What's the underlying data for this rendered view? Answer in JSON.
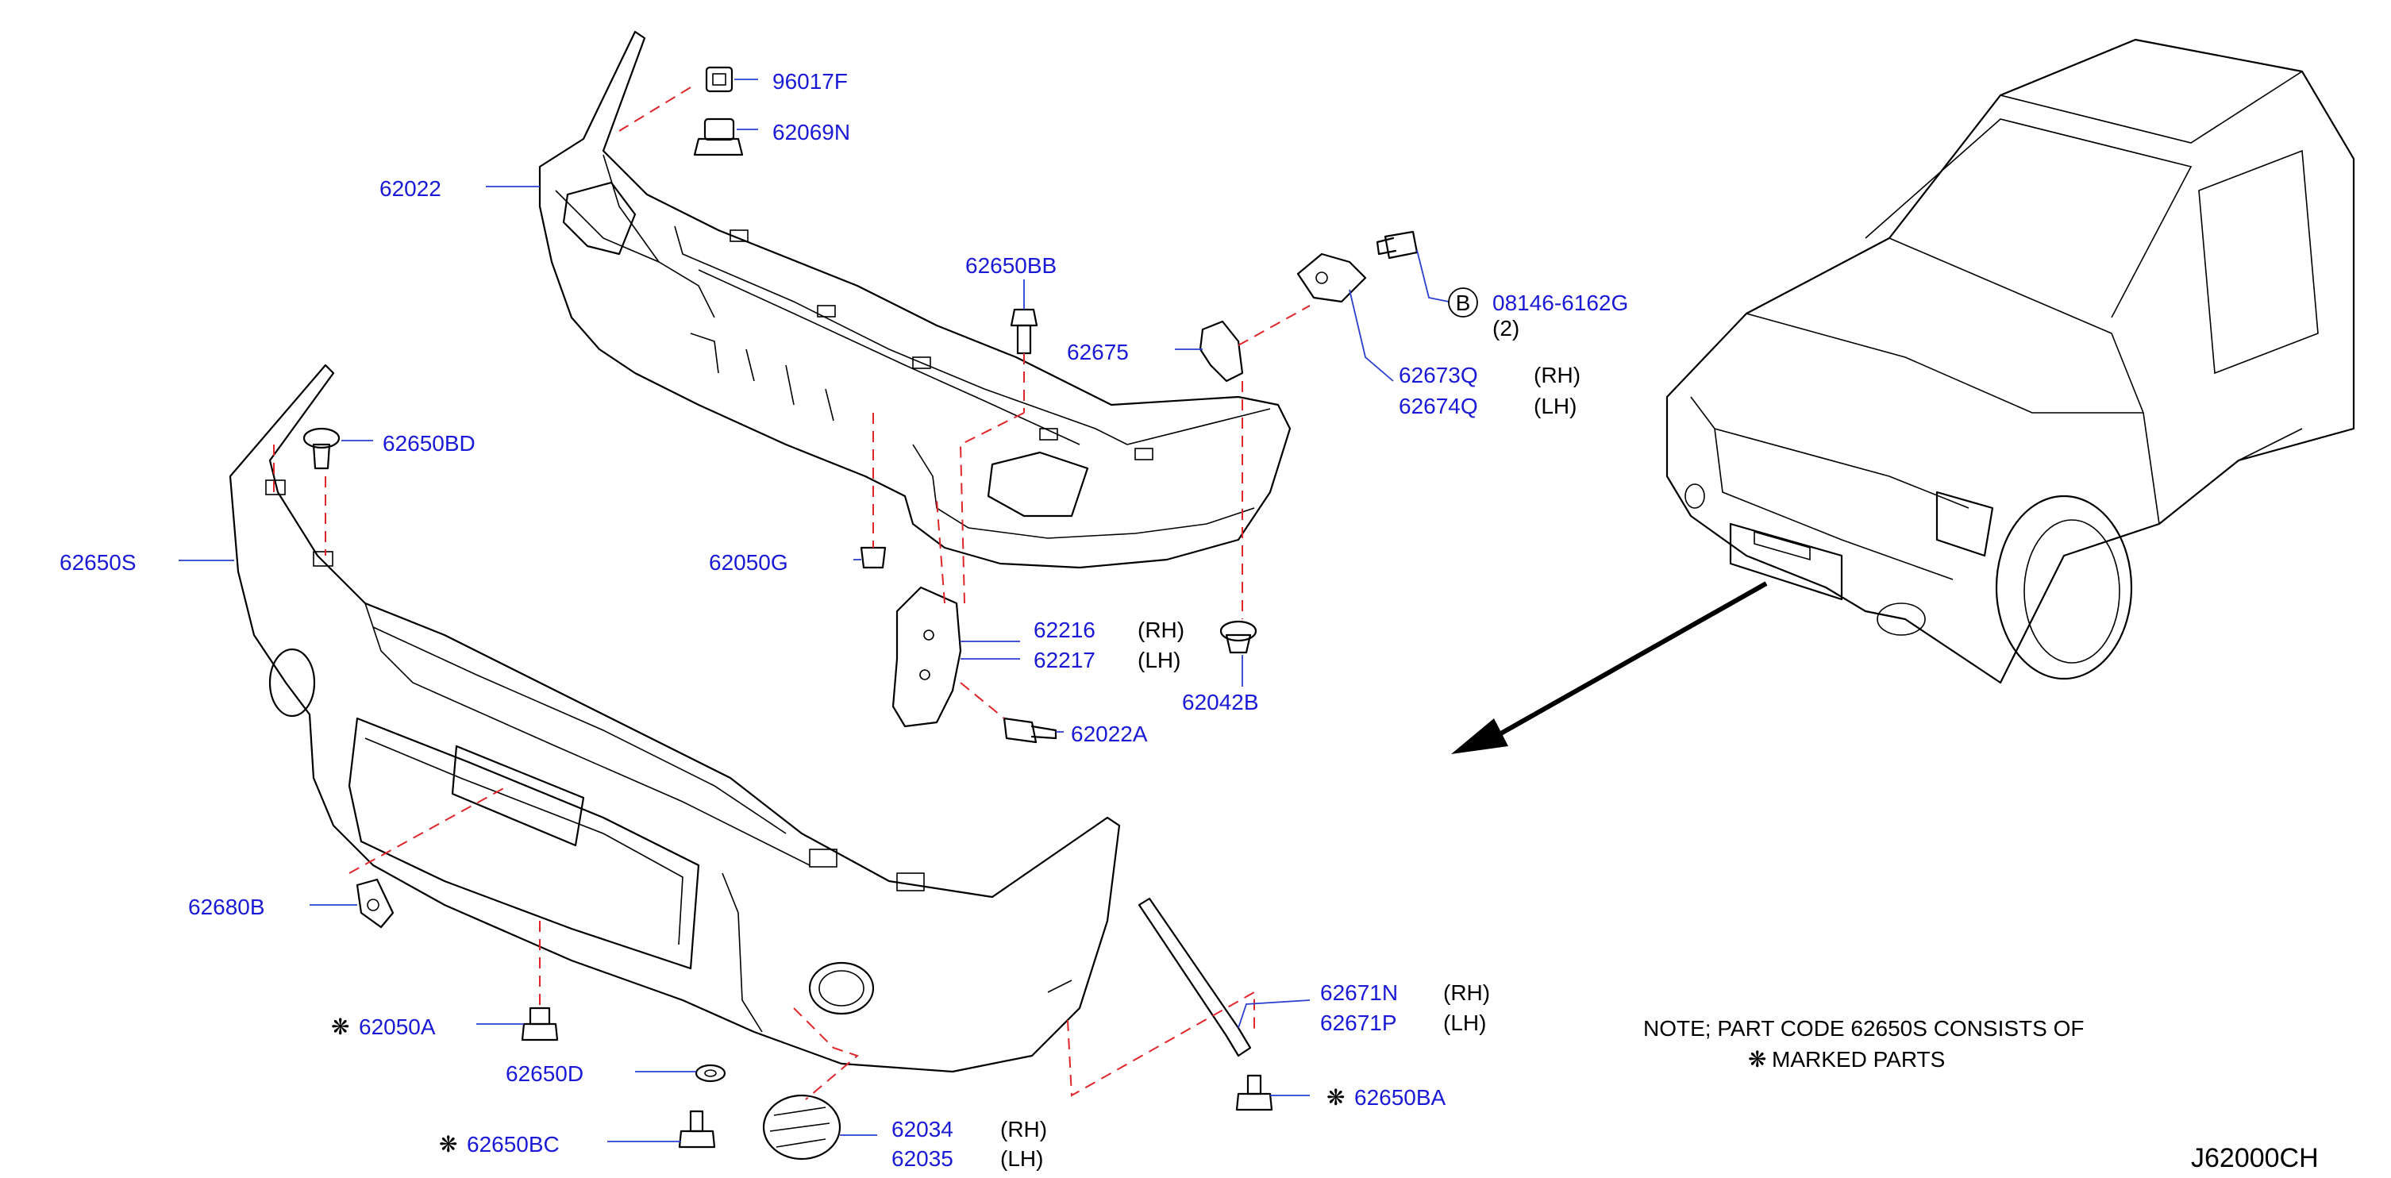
{
  "diagram_code": "J62000CH",
  "colors": {
    "label": "#1a1ad6",
    "leader": "#2a3fcf",
    "dash": "#e0262a",
    "line": "#000000"
  },
  "labels": [
    {
      "id": "96017F",
      "text": "96017F"
    },
    {
      "id": "62069N",
      "text": "62069N"
    },
    {
      "id": "62022",
      "text": "62022"
    },
    {
      "id": "62650BB",
      "text": "62650BB"
    },
    {
      "id": "62675",
      "text": "62675"
    },
    {
      "id": "08146-6162G",
      "text": "08146-6162G"
    },
    {
      "id": "62673Q",
      "text": "62673Q"
    },
    {
      "id": "62674Q",
      "text": "62674Q"
    },
    {
      "id": "62650BD",
      "text": "62650BD"
    },
    {
      "id": "62650S",
      "text": "62650S"
    },
    {
      "id": "62050G",
      "text": "62050G"
    },
    {
      "id": "62216",
      "text": "62216"
    },
    {
      "id": "62217",
      "text": "62217"
    },
    {
      "id": "62022A",
      "text": "62022A"
    },
    {
      "id": "62042B",
      "text": "62042B"
    },
    {
      "id": "62680B",
      "text": "62680B"
    },
    {
      "id": "62050A",
      "text": "62050A"
    },
    {
      "id": "62650D",
      "text": "62650D"
    },
    {
      "id": "62650BC",
      "text": "62650BC"
    },
    {
      "id": "62034",
      "text": "62034"
    },
    {
      "id": "62035",
      "text": "62035"
    },
    {
      "id": "62671N",
      "text": "62671N"
    },
    {
      "id": "62671P",
      "text": "62671P"
    },
    {
      "id": "62650BA",
      "text": "62650BA"
    }
  ],
  "side_labels": {
    "qty_2": "(2)",
    "rh_1": "(RH)",
    "lh_1": "(LH)",
    "rh_2": "(RH)",
    "lh_2": "(LH)",
    "rh_3": "(RH)",
    "lh_3": "(LH)",
    "rh_4": "(RH)",
    "lh_4": "(LH)"
  },
  "bolt_symbol": "B",
  "marked_symbol": "❋",
  "note": {
    "line1": "NOTE;  PART  CODE  62650S  CONSISTS  OF",
    "line2": "MARKED   PARTS"
  }
}
